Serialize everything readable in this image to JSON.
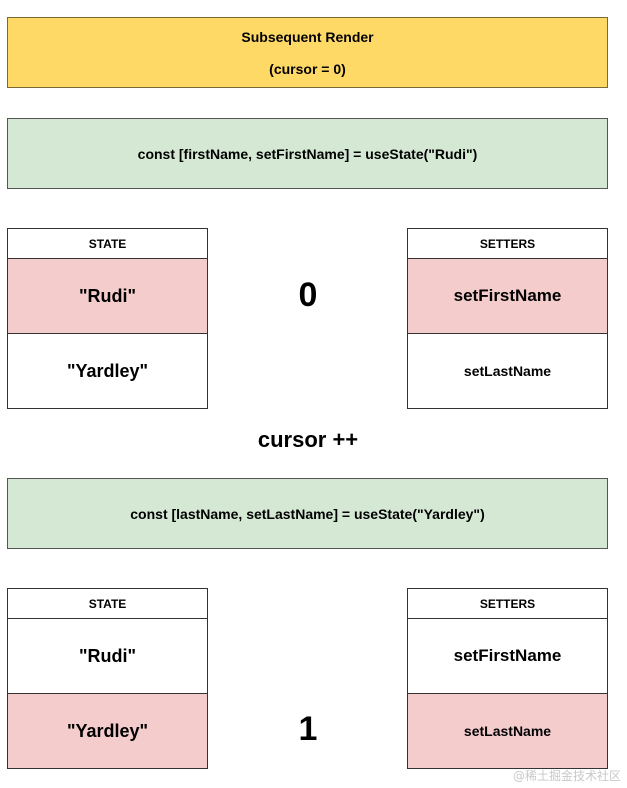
{
  "header": {
    "title": "Subsequent Render",
    "subtitle": "(cursor = 0)"
  },
  "code_first": "const [firstName, setFirstName] = useState(\"Rudi\")",
  "code_second": "const [lastName, setLastName] = useState(\"Yardley\")",
  "cursor_increment": "cursor ++",
  "section1": {
    "state_header": "STATE",
    "state_items": [
      "\"Rudi\"",
      "\"Yardley\""
    ],
    "setters_header": "SETTERS",
    "setter_items": [
      "setFirstName",
      "setLastName"
    ],
    "cursor_value": "0",
    "highlighted_index": 0
  },
  "section2": {
    "state_header": "STATE",
    "state_items": [
      "\"Rudi\"",
      "\"Yardley\""
    ],
    "setters_header": "SETTERS",
    "setter_items": [
      "setFirstName",
      "setLastName"
    ],
    "cursor_value": "1",
    "highlighted_index": 1
  },
  "colors": {
    "header_fill": "#ffd966",
    "code_fill": "#d5e8d4",
    "highlight_fill": "#f4cccc"
  },
  "watermark": "@稀土掘金技术社区"
}
